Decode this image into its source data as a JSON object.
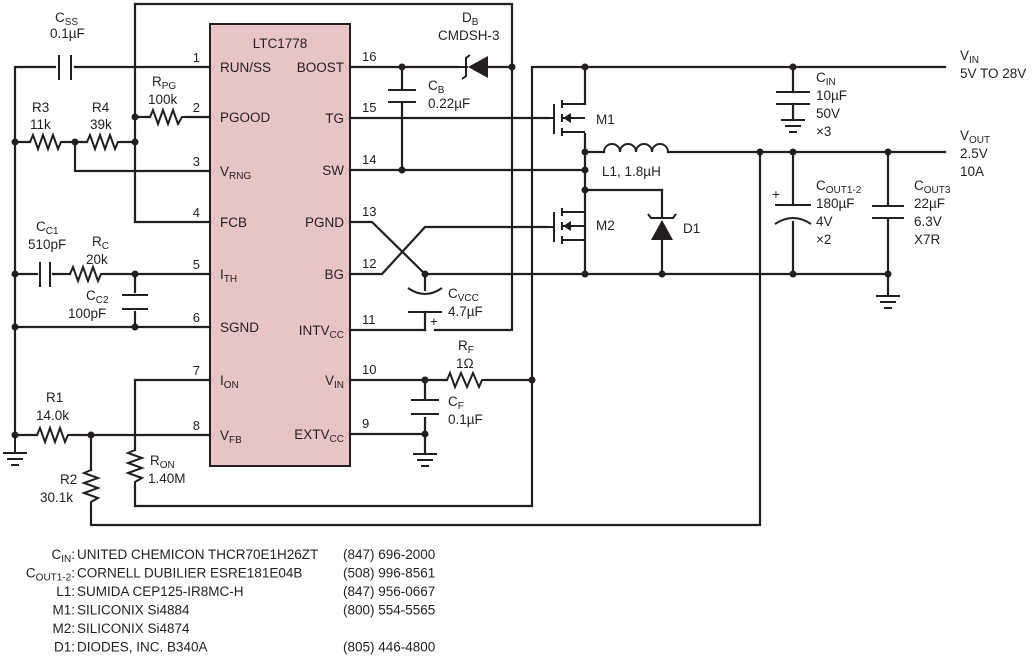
{
  "ic": {
    "name": "LTC1778",
    "fill": "#e8c4c4",
    "left_pins": [
      {
        "num": "1",
        "name": "RUN/SS",
        "sub": ""
      },
      {
        "num": "2",
        "name": "PGOOD",
        "sub": ""
      },
      {
        "num": "3",
        "name": "V",
        "sub": "RNG"
      },
      {
        "num": "4",
        "name": "FCB",
        "sub": ""
      },
      {
        "num": "5",
        "name": "I",
        "sub": "TH"
      },
      {
        "num": "6",
        "name": "SGND",
        "sub": ""
      },
      {
        "num": "7",
        "name": "I",
        "sub": "ON"
      },
      {
        "num": "8",
        "name": "V",
        "sub": "FB"
      }
    ],
    "right_pins": [
      {
        "num": "16",
        "name": "BOOST",
        "sub": ""
      },
      {
        "num": "15",
        "name": "TG",
        "sub": ""
      },
      {
        "num": "14",
        "name": "SW",
        "sub": ""
      },
      {
        "num": "13",
        "name": "PGND",
        "sub": ""
      },
      {
        "num": "12",
        "name": "BG",
        "sub": ""
      },
      {
        "num": "11",
        "name": "INTV",
        "sub": "CC"
      },
      {
        "num": "10",
        "name": "V",
        "sub": "IN"
      },
      {
        "num": "9",
        "name": "EXTV",
        "sub": "CC"
      }
    ]
  },
  "components": {
    "css": {
      "ref": "C",
      "ref_sub": "SS",
      "value": "0.1µF"
    },
    "rpg": {
      "ref": "R",
      "ref_sub": "PG",
      "value": "100k"
    },
    "r3": {
      "ref": "R3",
      "value": "11k"
    },
    "r4": {
      "ref": "R4",
      "value": "39k"
    },
    "cc1": {
      "ref": "C",
      "ref_sub": "C1",
      "value": "510pF"
    },
    "rc": {
      "ref": "R",
      "ref_sub": "C",
      "value": "20k"
    },
    "cc2": {
      "ref": "C",
      "ref_sub": "C2",
      "value": "100pF"
    },
    "r1": {
      "ref": "R1",
      "value": "14.0k"
    },
    "r2": {
      "ref": "R2",
      "value": "30.1k"
    },
    "ron": {
      "ref": "R",
      "ref_sub": "ON",
      "value": "1.40M"
    },
    "db": {
      "ref": "D",
      "ref_sub": "B",
      "value": "CMDSH-3"
    },
    "cb": {
      "ref": "C",
      "ref_sub": "B",
      "value": "0.22µF"
    },
    "cvcc": {
      "ref": "C",
      "ref_sub": "VCC",
      "value": "4.7µF"
    },
    "rf": {
      "ref": "R",
      "ref_sub": "F",
      "value": "1Ω"
    },
    "cf": {
      "ref": "C",
      "ref_sub": "F",
      "value": "0.1µF"
    },
    "m1": {
      "ref": "M1"
    },
    "m2": {
      "ref": "M2"
    },
    "d1": {
      "ref": "D1"
    },
    "l1": {
      "label": "L1, 1.8µH"
    },
    "cin": {
      "ref": "C",
      "ref_sub": "IN",
      "line1": "10µF",
      "line2": "50V",
      "line3": "×3"
    },
    "cout12": {
      "ref": "C",
      "ref_sub": "OUT1-2",
      "line1": "180µF",
      "line2": "4V",
      "line3": "×2"
    },
    "cout3": {
      "ref": "C",
      "ref_sub": "OUT3",
      "line1": "22µF",
      "line2": "6.3V",
      "line3": "X7R"
    },
    "polarity": "+"
  },
  "vin": {
    "label": "V",
    "sub": "IN",
    "range": "5V TO 28V"
  },
  "vout": {
    "label": "V",
    "sub": "OUT",
    "volts": "2.5V",
    "amps": "10A"
  },
  "bom": [
    {
      "ref": "C",
      "ref_sub": "IN",
      "suffix": ":",
      "desc": "UNITED CHEMICON THCR70E1H26ZT",
      "phone": "(847) 696-2000"
    },
    {
      "ref": "C",
      "ref_sub": "OUT1-2",
      "suffix": ":",
      "desc": "CORNELL DUBILIER ESRE181E04B",
      "phone": "(508) 996-8561"
    },
    {
      "ref": "L1",
      "ref_sub": "",
      "suffix": ":",
      "desc": "SUMIDA CEP125-IR8MC-H",
      "phone": "(847) 956-0667"
    },
    {
      "ref": "M1",
      "ref_sub": "",
      "suffix": ":",
      "desc": "SILICONIX Si4884",
      "phone": "(800) 554-5565"
    },
    {
      "ref": "M2",
      "ref_sub": "",
      "suffix": ":",
      "desc": "SILICONIX Si4874",
      "phone": ""
    },
    {
      "ref": "D1",
      "ref_sub": "",
      "suffix": ":",
      "desc": "DIODES, INC. B340A",
      "phone": "(805) 446-4800"
    }
  ]
}
